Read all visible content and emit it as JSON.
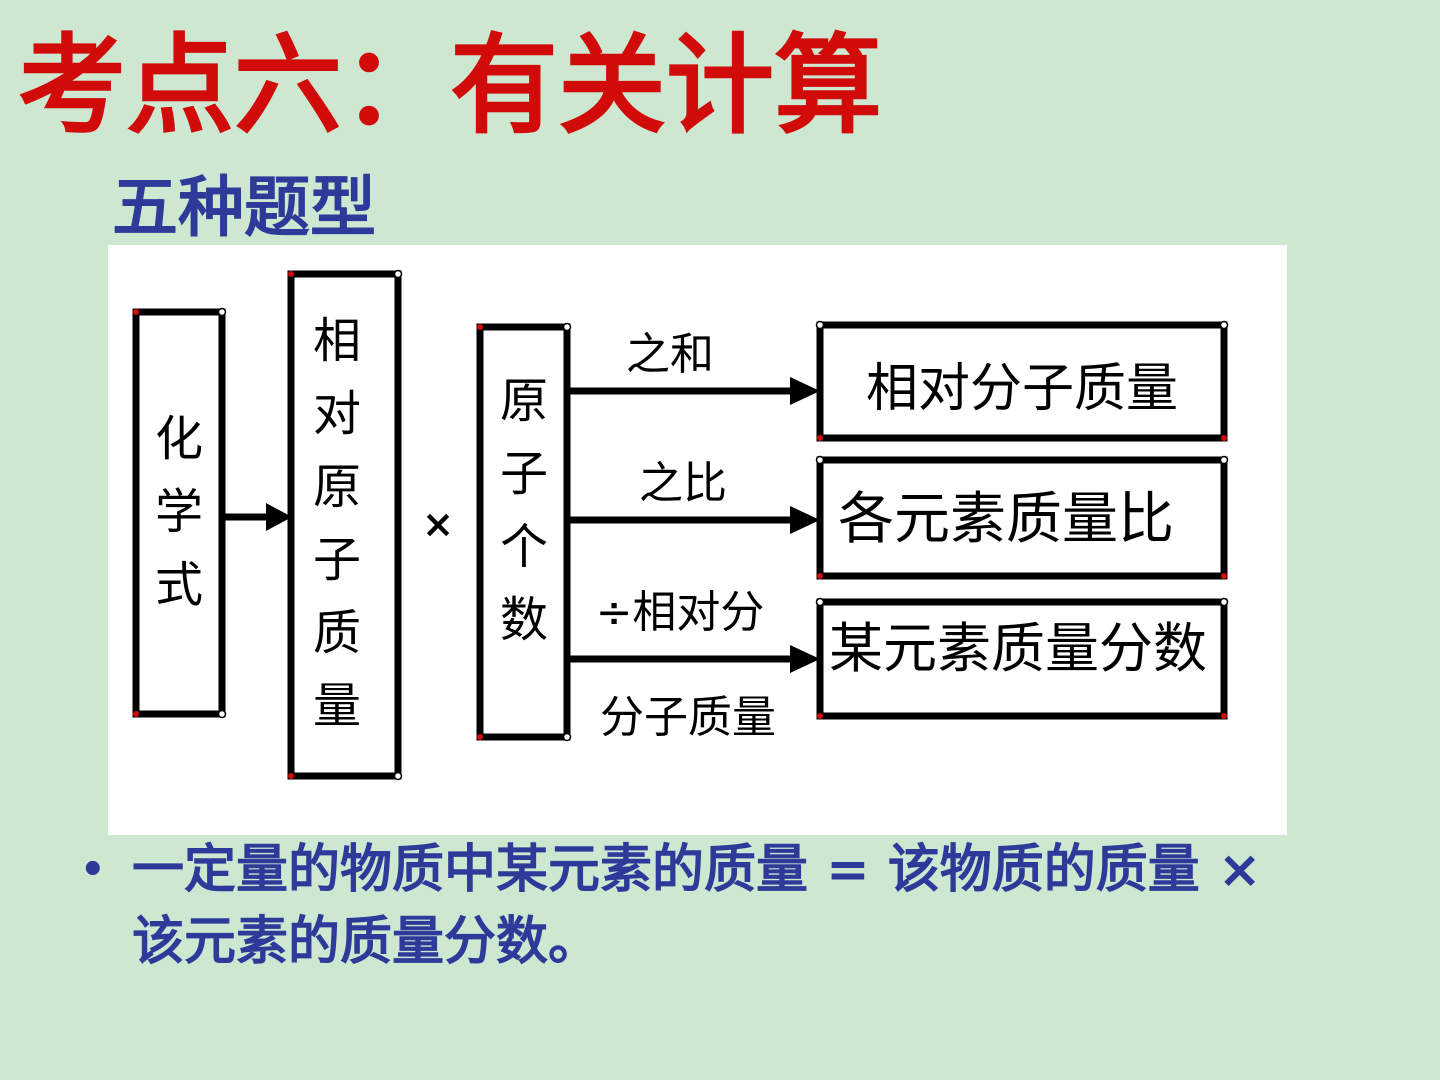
{
  "slide": {
    "title": "考点六：有关计算",
    "subtitle": "五种题型"
  },
  "diagram": {
    "formula_box": [
      "化",
      "学",
      "式"
    ],
    "relative_atomic_mass_box": [
      "相",
      "对",
      "原",
      "子",
      "质",
      "量"
    ],
    "multiply_sign": "×",
    "atom_count_box": [
      "原",
      "子",
      "个",
      "数"
    ],
    "arrow_labels": {
      "sum": "之和",
      "ratio": "之比",
      "divide_top": "÷相对分",
      "divide_bottom": "分子质量"
    },
    "result_boxes": [
      "相对分子质量",
      "各元素质量比",
      "某元素质量分数"
    ]
  },
  "bullet": {
    "marker": "•",
    "text": "一定量的物质中某元素的质量 = 该物质的质量 × 该元素的质量分数。"
  },
  "colors": {
    "background": "#cde7d0",
    "title": "#d10a0a",
    "subtitle": "#2e3a9a",
    "bullet": "#2e3a9a"
  }
}
